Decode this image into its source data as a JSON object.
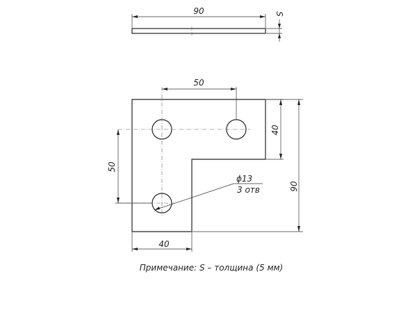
{
  "drawing": {
    "top_view": {
      "length_label": "90",
      "thickness_label": "S"
    },
    "plate": {
      "hole_spacing_horizontal": "50",
      "leg_width_right": "40",
      "hole_spacing_vertical": "50",
      "overall_height": "90",
      "leg_width_bottom": "40",
      "hole_diameter": "ϕ13",
      "hole_count": "3 отв"
    },
    "note": "Примечание: S – толщина (5 мм)"
  }
}
